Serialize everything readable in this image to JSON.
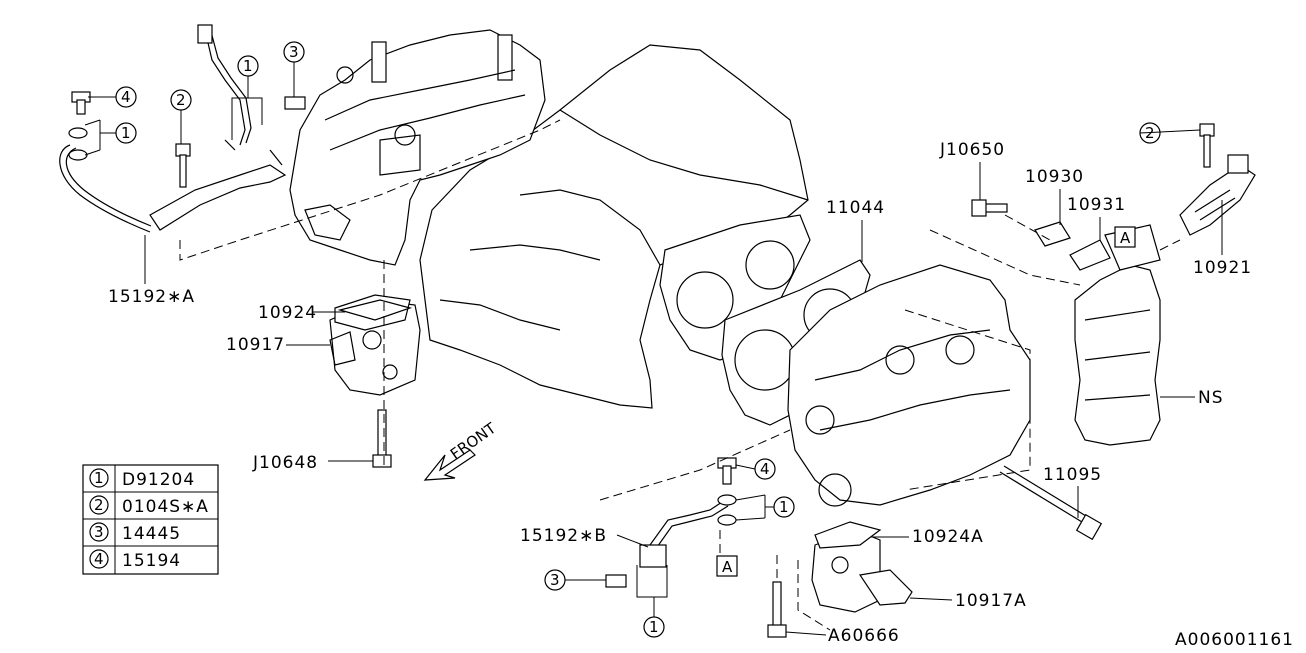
{
  "labels": {
    "p15192a": "15192∗A",
    "p15192b": "15192∗B",
    "p10924": "10924",
    "p10917": "10917",
    "pJ10648": "J10648",
    "p11044": "11044",
    "pJ10650": "J10650",
    "p10930": "10930",
    "p10931": "10931",
    "p10921": "10921",
    "pNS": "NS",
    "p11095": "11095",
    "p10924A": "10924A",
    "p10917A": "10917A",
    "pA60666": "A60666",
    "front": "FRONT",
    "refA": "A",
    "code": "A006001161"
  },
  "callouts": [
    "1",
    "2",
    "3",
    "4"
  ],
  "legend": [
    {
      "num": "1",
      "part": "D91204"
    },
    {
      "num": "2",
      "part": "0104S∗A"
    },
    {
      "num": "3",
      "part": "14445"
    },
    {
      "num": "4",
      "part": "15194"
    }
  ]
}
